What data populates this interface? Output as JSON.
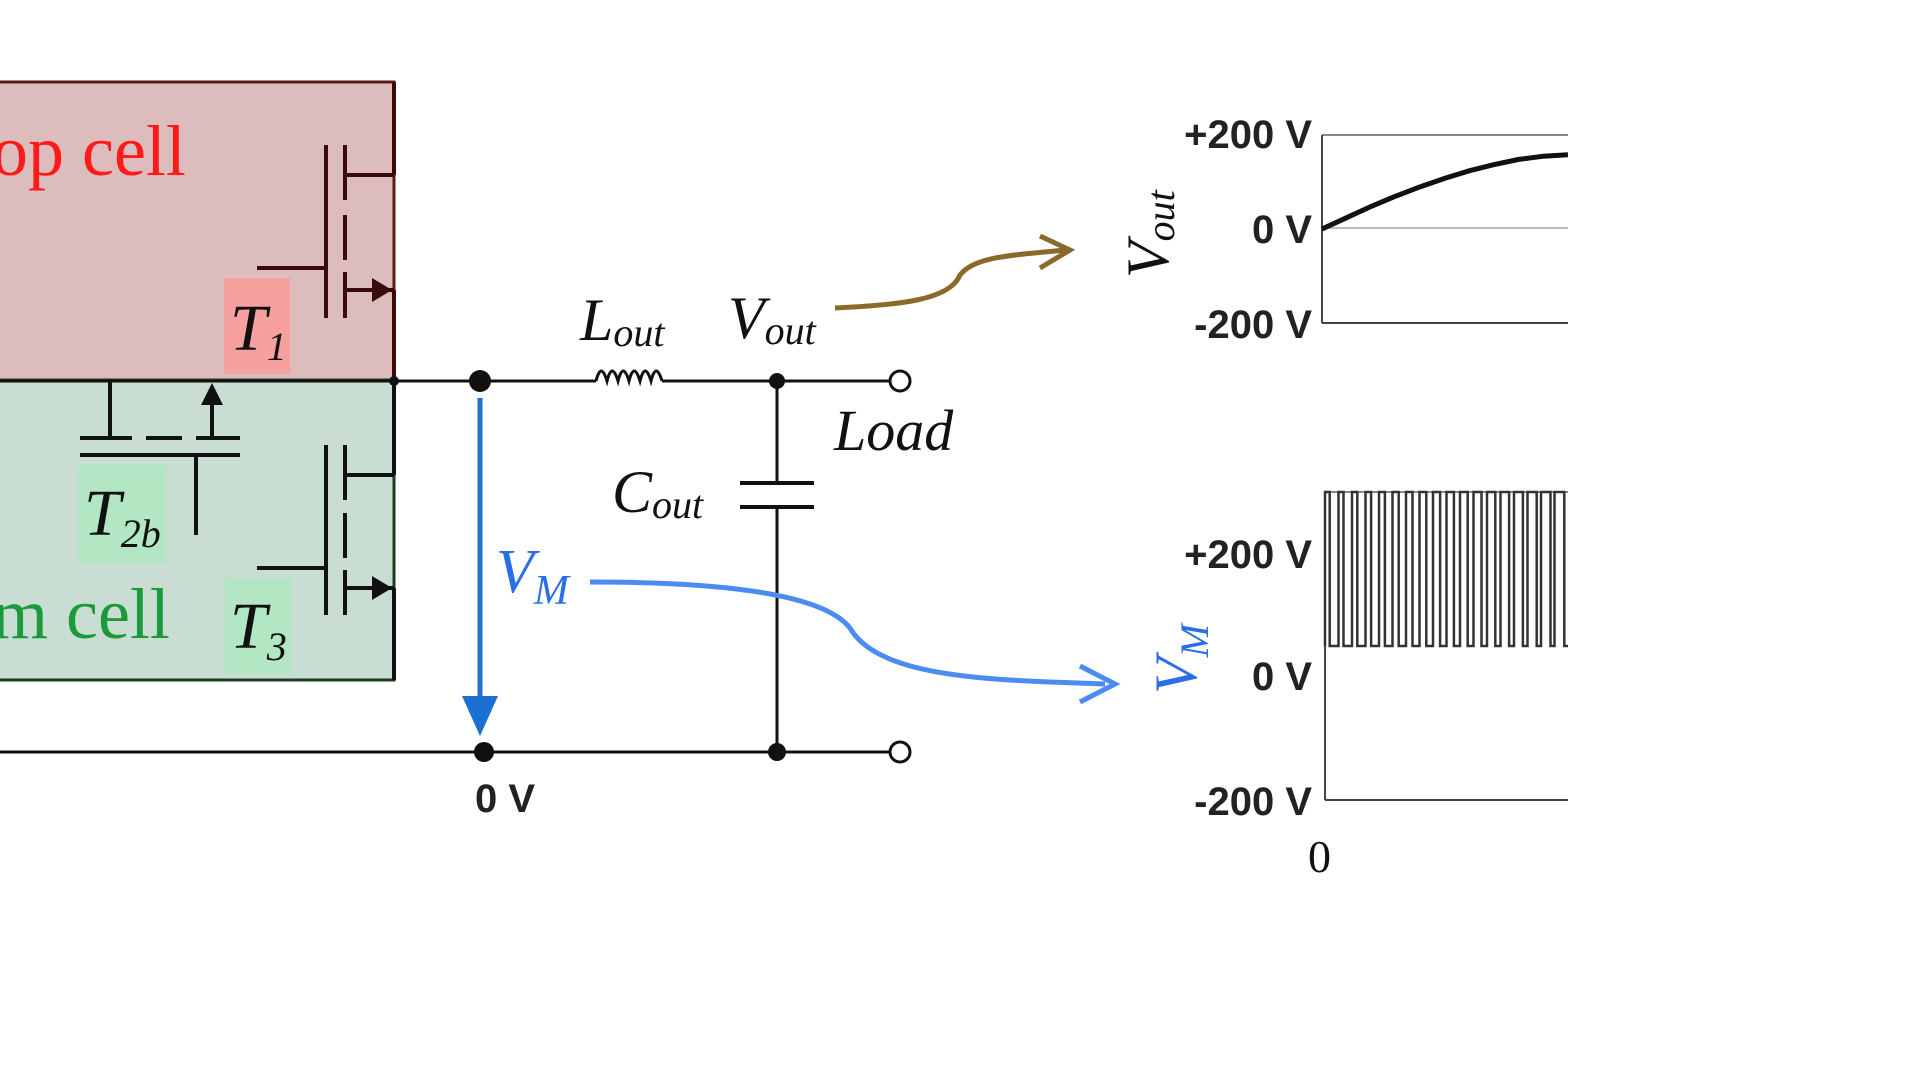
{
  "colors": {
    "top_cell_fill": "#dcbcbc",
    "top_cell_stroke": "#5a1a1a",
    "top_cell_text": "#ff1a1a",
    "bottom_cell_fill": "#c9ddd2",
    "bottom_cell_stroke": "#1e3d1e",
    "bottom_cell_text": "#1a9a3a",
    "label_highlight_red": "#f6a0a0",
    "label_highlight_green": "#b3e6c3",
    "vm_arrow": "#1a6fd1",
    "vm_curve": "#4a8cf0",
    "vout_curve": "#8a6a2a",
    "wire": "#111111"
  },
  "top_cell": {
    "label": "op cell",
    "transistor": "T",
    "transistor_sub": "1"
  },
  "bottom_cell": {
    "label": "m cell",
    "transistor_2b": "T",
    "transistor_2b_sub": "2b",
    "transistor_3": "T",
    "transistor_3_sub": "3"
  },
  "circuit": {
    "inductor": "L",
    "inductor_sub": "out",
    "vout": "V",
    "vout_sub": "out",
    "capacitor": "C",
    "capacitor_sub": "out",
    "load": "Load",
    "vm": "V",
    "vm_sub": "M",
    "ground_label": "0 V"
  },
  "chart_data": [
    {
      "type": "line",
      "ylabel": "V",
      "ylabel_sub": "out",
      "yticks": [
        "+200 V",
        "0 V",
        "-200 V"
      ],
      "ylim": [
        -200,
        200
      ],
      "series": [
        {
          "x": [
            0,
            0.1,
            0.2,
            0.3,
            0.4,
            0.5,
            0.6,
            0.7,
            0.8,
            0.9,
            1.0
          ],
          "values": [
            0,
            24,
            48,
            70,
            90,
            108,
            124,
            137,
            148,
            155,
            158
          ]
        }
      ]
    },
    {
      "type": "line",
      "ylabel": "V",
      "ylabel_sub": "M",
      "yticks": [
        "+200 V",
        "0 V",
        "-200 V"
      ],
      "ylim": [
        -200,
        200
      ],
      "xtick": "0",
      "series": [
        {
          "pulse_high": 200,
          "pulse_low": 0,
          "pulses": 18
        }
      ]
    }
  ]
}
